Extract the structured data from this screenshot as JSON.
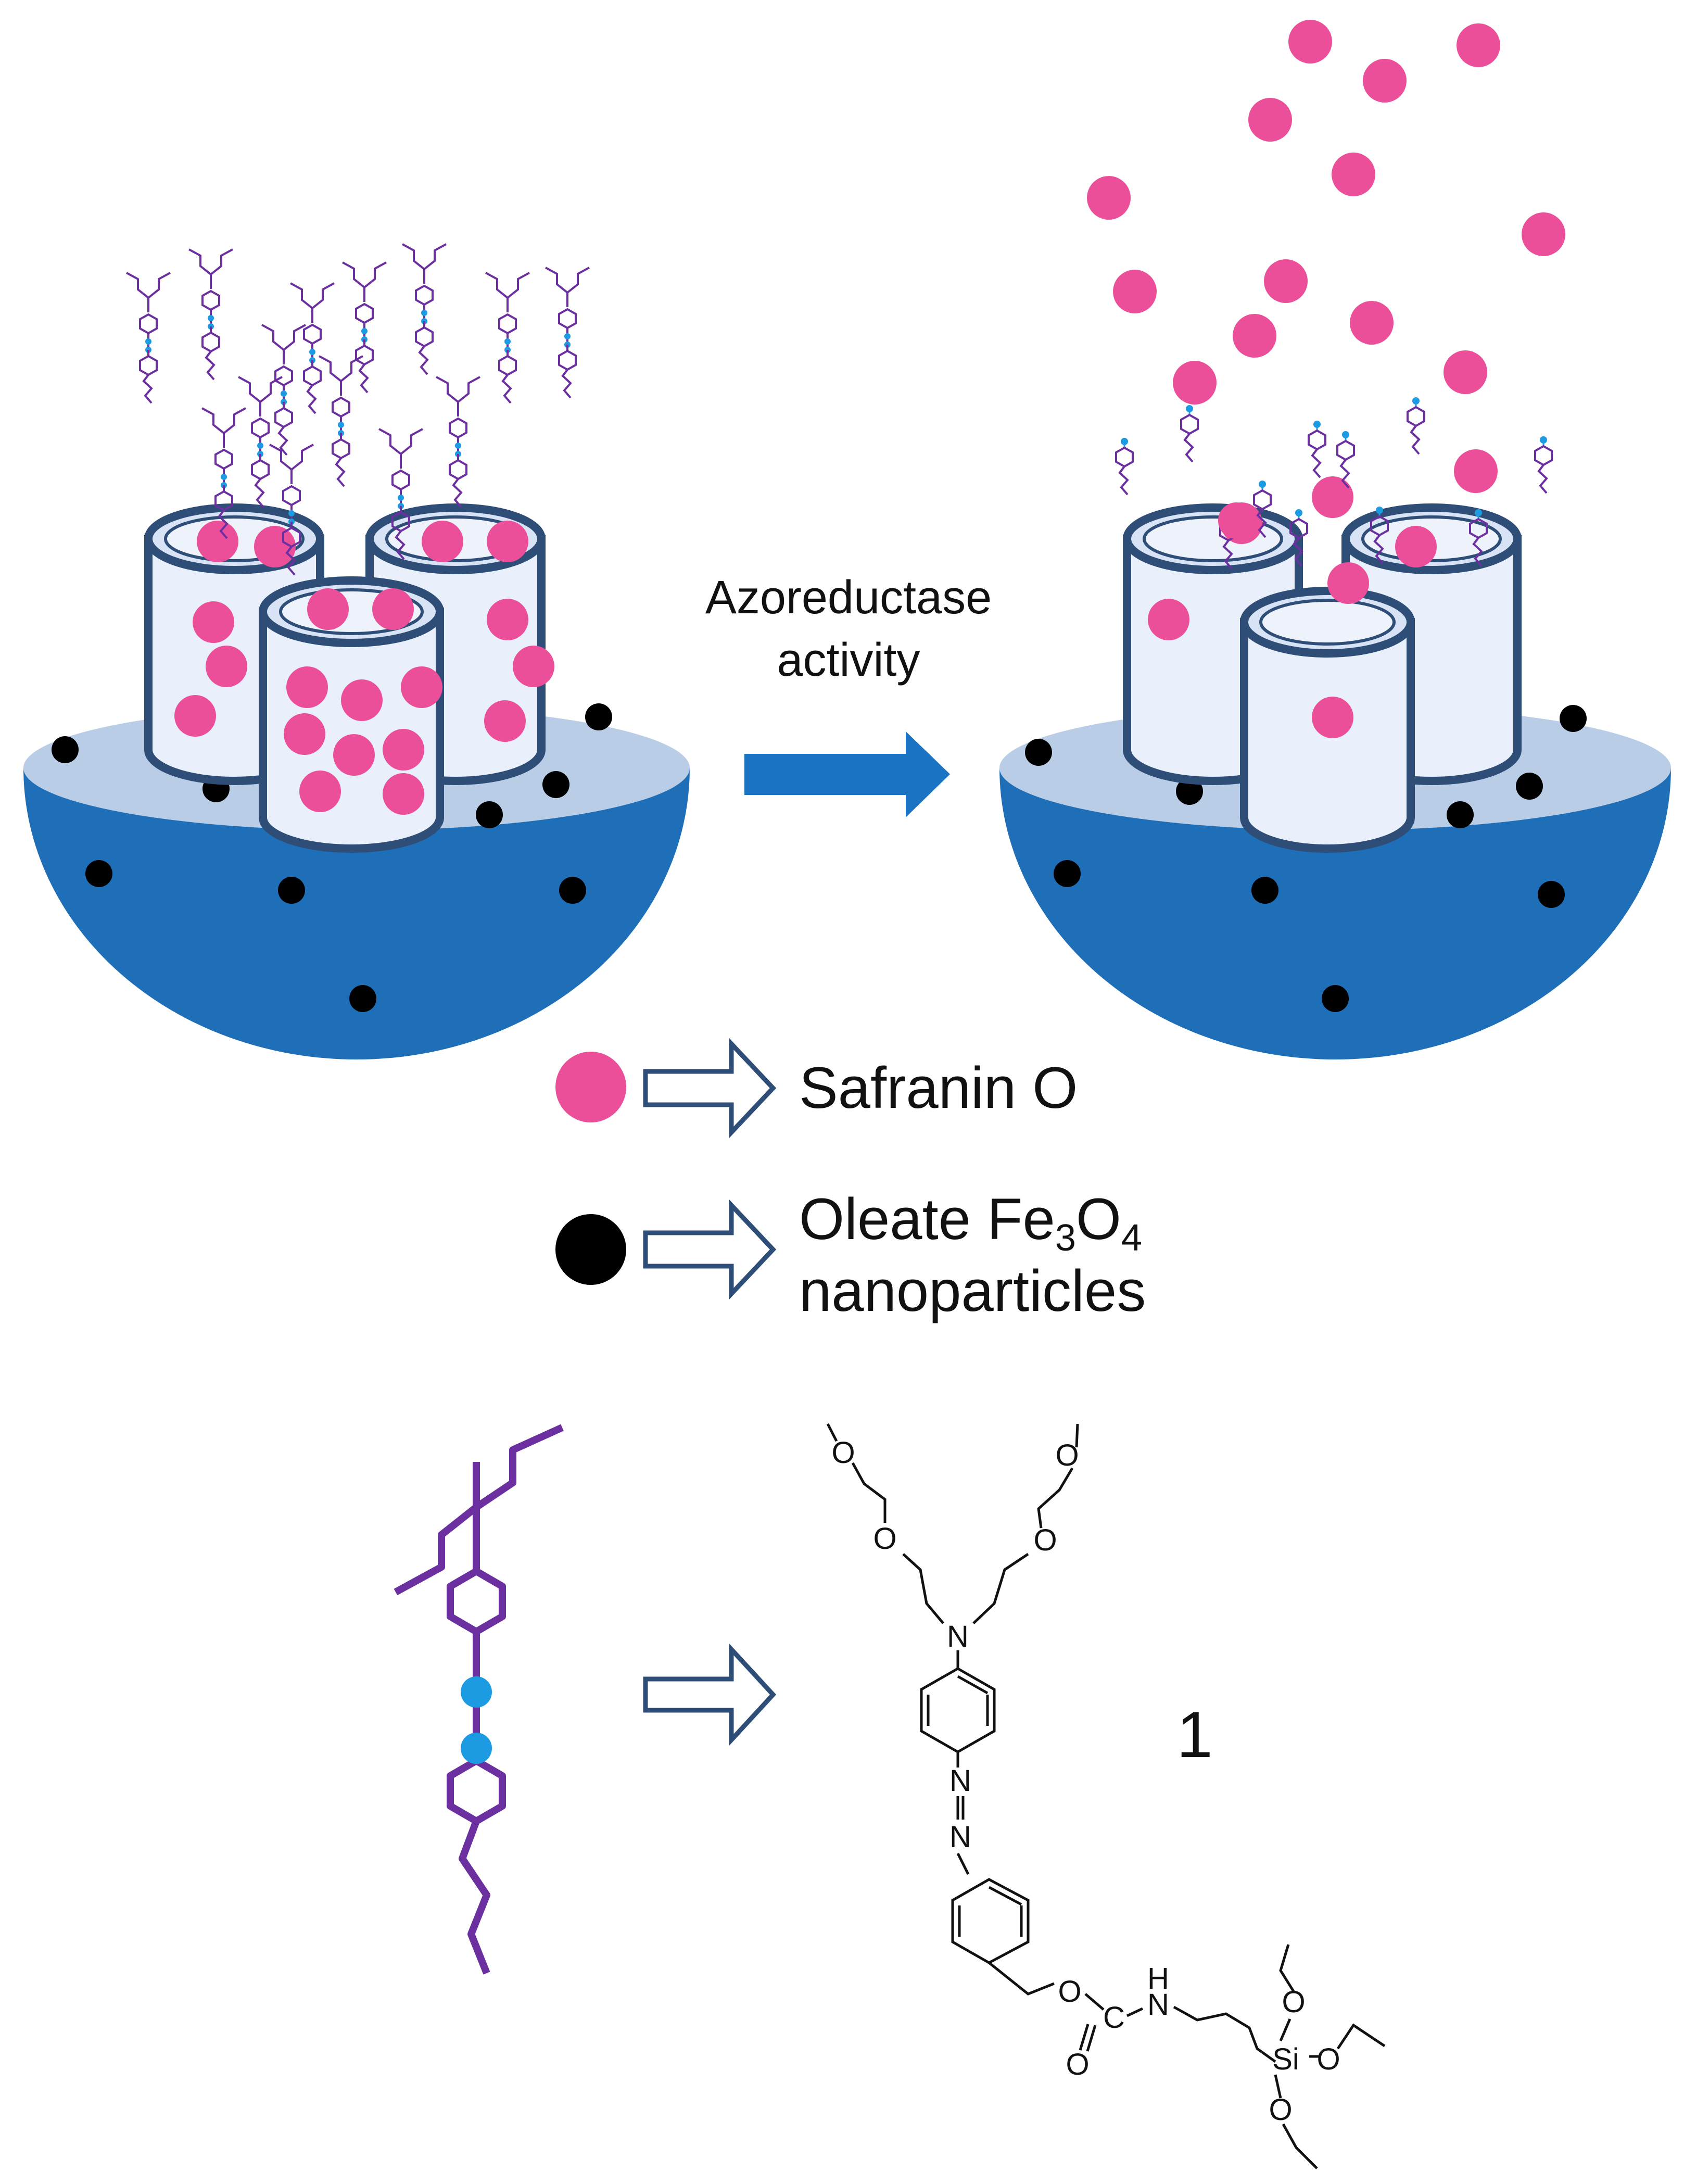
{
  "process": {
    "arrow_label_line1": "Azoreductase",
    "arrow_label_line2": "activity"
  },
  "legend": {
    "safranin": "Safranin O",
    "oleate_prefix": "Oleate Fe",
    "oleate_sub1": "3",
    "oleate_mid": "O",
    "oleate_sub2": "4",
    "oleate_line2": "nanoparticles"
  },
  "molecule": {
    "compound_number": "1",
    "atoms": {
      "n_amine": "N",
      "o_ether": "O",
      "n_azo": "N",
      "c_carbonyl": "C",
      "n_carbamate": "N",
      "h_carbamate": "H",
      "si": "Si"
    }
  },
  "colors": {
    "dome": "#1f6fb8",
    "dome_top": "#b9cde6",
    "cylinder_stroke": "#2e4e78",
    "cylinder_fill": "#e9f0fb",
    "dye": "#ec4f9a",
    "fe3o4": "#000000",
    "gate": "#6b2fa0",
    "azo": "#1c9be3",
    "arrow": "#1a73c3"
  },
  "icons": {
    "process_arrow": "right-arrow",
    "legend_arrow": "hollow-right-arrow"
  }
}
